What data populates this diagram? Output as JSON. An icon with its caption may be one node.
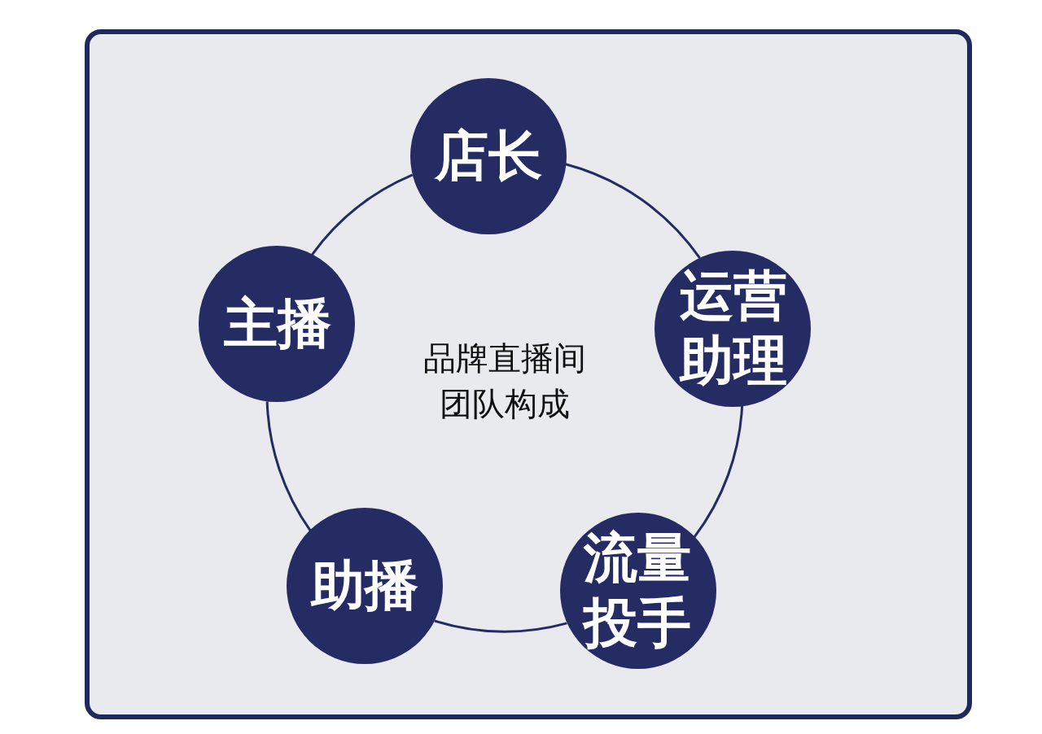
{
  "diagram": {
    "nodes": [
      {
        "text": [
          "店长"
        ]
      },
      {
        "text": [
          "运营助理"
        ]
      },
      {
        "text": [
          "流量投手"
        ]
      },
      {
        "text": [
          "助播"
        ]
      },
      {
        "text": [
          "主播"
        ]
      }
    ],
    "edges": [
      {
        "from": 0,
        "to": 1,
        "arrow": "none"
      },
      {
        "from": 1,
        "to": 2,
        "arrow": "none"
      },
      {
        "from": 2,
        "to": 3,
        "arrow": "none"
      },
      {
        "from": 3,
        "to": 4,
        "arrow": "none"
      },
      {
        "from": 4,
        "to": 0,
        "arrow": "none"
      }
    ],
    "labels": [
      "品牌直播间团队构成"
    ]
  }
}
